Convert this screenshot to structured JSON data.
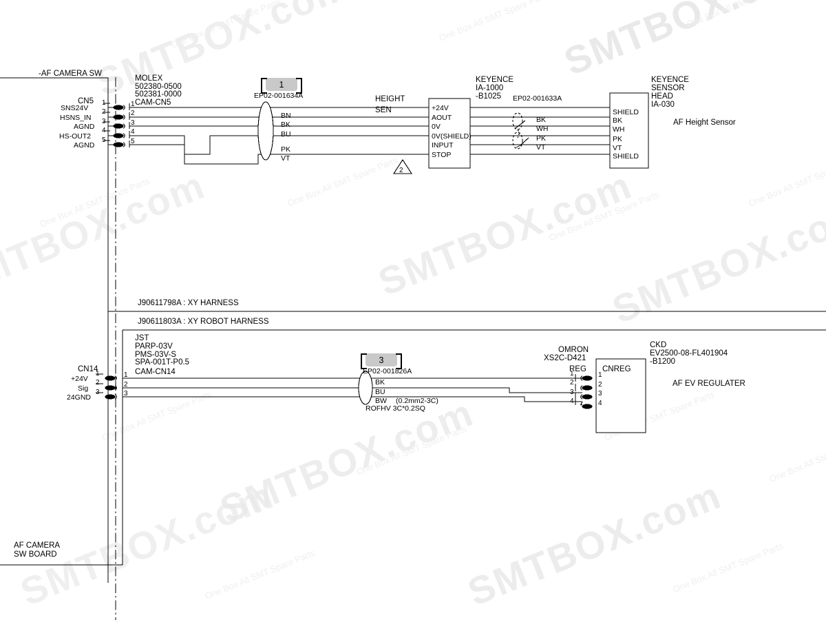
{
  "document": {
    "type": "wiring-harness-schematic",
    "watermark_main": "SMTBOX.com",
    "watermark_sub": "One Box All SMT Spare Parts"
  },
  "upper": {
    "section_label": "-AF CAMERA SW",
    "left_connector": {
      "name": "CN5",
      "signals": [
        "SNS24V",
        "HSNS_IN",
        "AGND",
        "HS-OUT2",
        "AGND"
      ],
      "pins_left": [
        "1",
        "2",
        "3",
        "4",
        "5"
      ],
      "pins_right": [
        "1",
        "2",
        "3",
        "4",
        "5"
      ]
    },
    "molex": {
      "brand": "MOLEX",
      "part1": "502380-0500",
      "part2": "502381-0000",
      "ref": "CAM-CN5"
    },
    "marker1": {
      "num": "1",
      "part": "EP02-001634A"
    },
    "cable_colors_left": [
      "BN",
      "BK",
      "BU",
      "PK",
      "VT"
    ],
    "signal_height": "HEIGHT",
    "signal_sen": "SEN",
    "controller": {
      "brand": "KEYENCE",
      "model": "IA-1000",
      "sub": "-B1025",
      "terminals": [
        "+24V",
        "AOUT",
        "0V",
        "0V(SHIELD)",
        "INPUT",
        "STOP"
      ]
    },
    "marker_tri": "2",
    "marker2_part": "EP02-001633A",
    "cable_colors_right": [
      "BK",
      "WH",
      "PK",
      "VT"
    ],
    "sensor_head": {
      "brand": "KEYENCE",
      "line2": "SENSOR",
      "line3": "HEAD",
      "model": "IA-030",
      "terminals": [
        "SHIELD",
        "BK",
        "WH",
        "PK",
        "VT",
        "SHIELD"
      ],
      "caption": "AF Height Sensor"
    }
  },
  "lower": {
    "harness1": "J90611798A : XY HARNESS",
    "harness2": "J90611803A : XY ROBOT HARNESS",
    "jst": {
      "brand": "JST",
      "part1": "PARP-03V",
      "part2": "PMS-03V-S",
      "part3": "SPA-001T-P0.5",
      "ref": "CAM-CN14"
    },
    "left_connector": {
      "name": "CN14",
      "signals": [
        "+24V",
        "Sig",
        "24GND"
      ],
      "pins_left": [
        "1",
        "2",
        "3"
      ],
      "pins_right": [
        "1",
        "2",
        "3"
      ]
    },
    "marker3": {
      "num": "3",
      "part": "EP02-001826A"
    },
    "cable_colors": [
      "BK",
      "BU",
      "BW"
    ],
    "cable_spec_a": "(0.2mm2-3C)",
    "cable_spec_b": "ROFHV 3C*0.2SQ",
    "omron": {
      "brand": "OMRON",
      "part": "XS2C-D421"
    },
    "reg_label": "REG",
    "reg_pins": [
      "1",
      "2",
      "3",
      "4"
    ],
    "cnreg_label": "CNREG",
    "cnreg_pins": [
      "1",
      "2",
      "3",
      "4"
    ],
    "ckd": {
      "brand": "CKD",
      "part": "EV2500-08-FL401904",
      "sub": "-B1200",
      "caption": "AF EV REGULATER"
    },
    "board_label_l1": "AF CAMERA",
    "board_label_l2": "SW BOARD"
  }
}
